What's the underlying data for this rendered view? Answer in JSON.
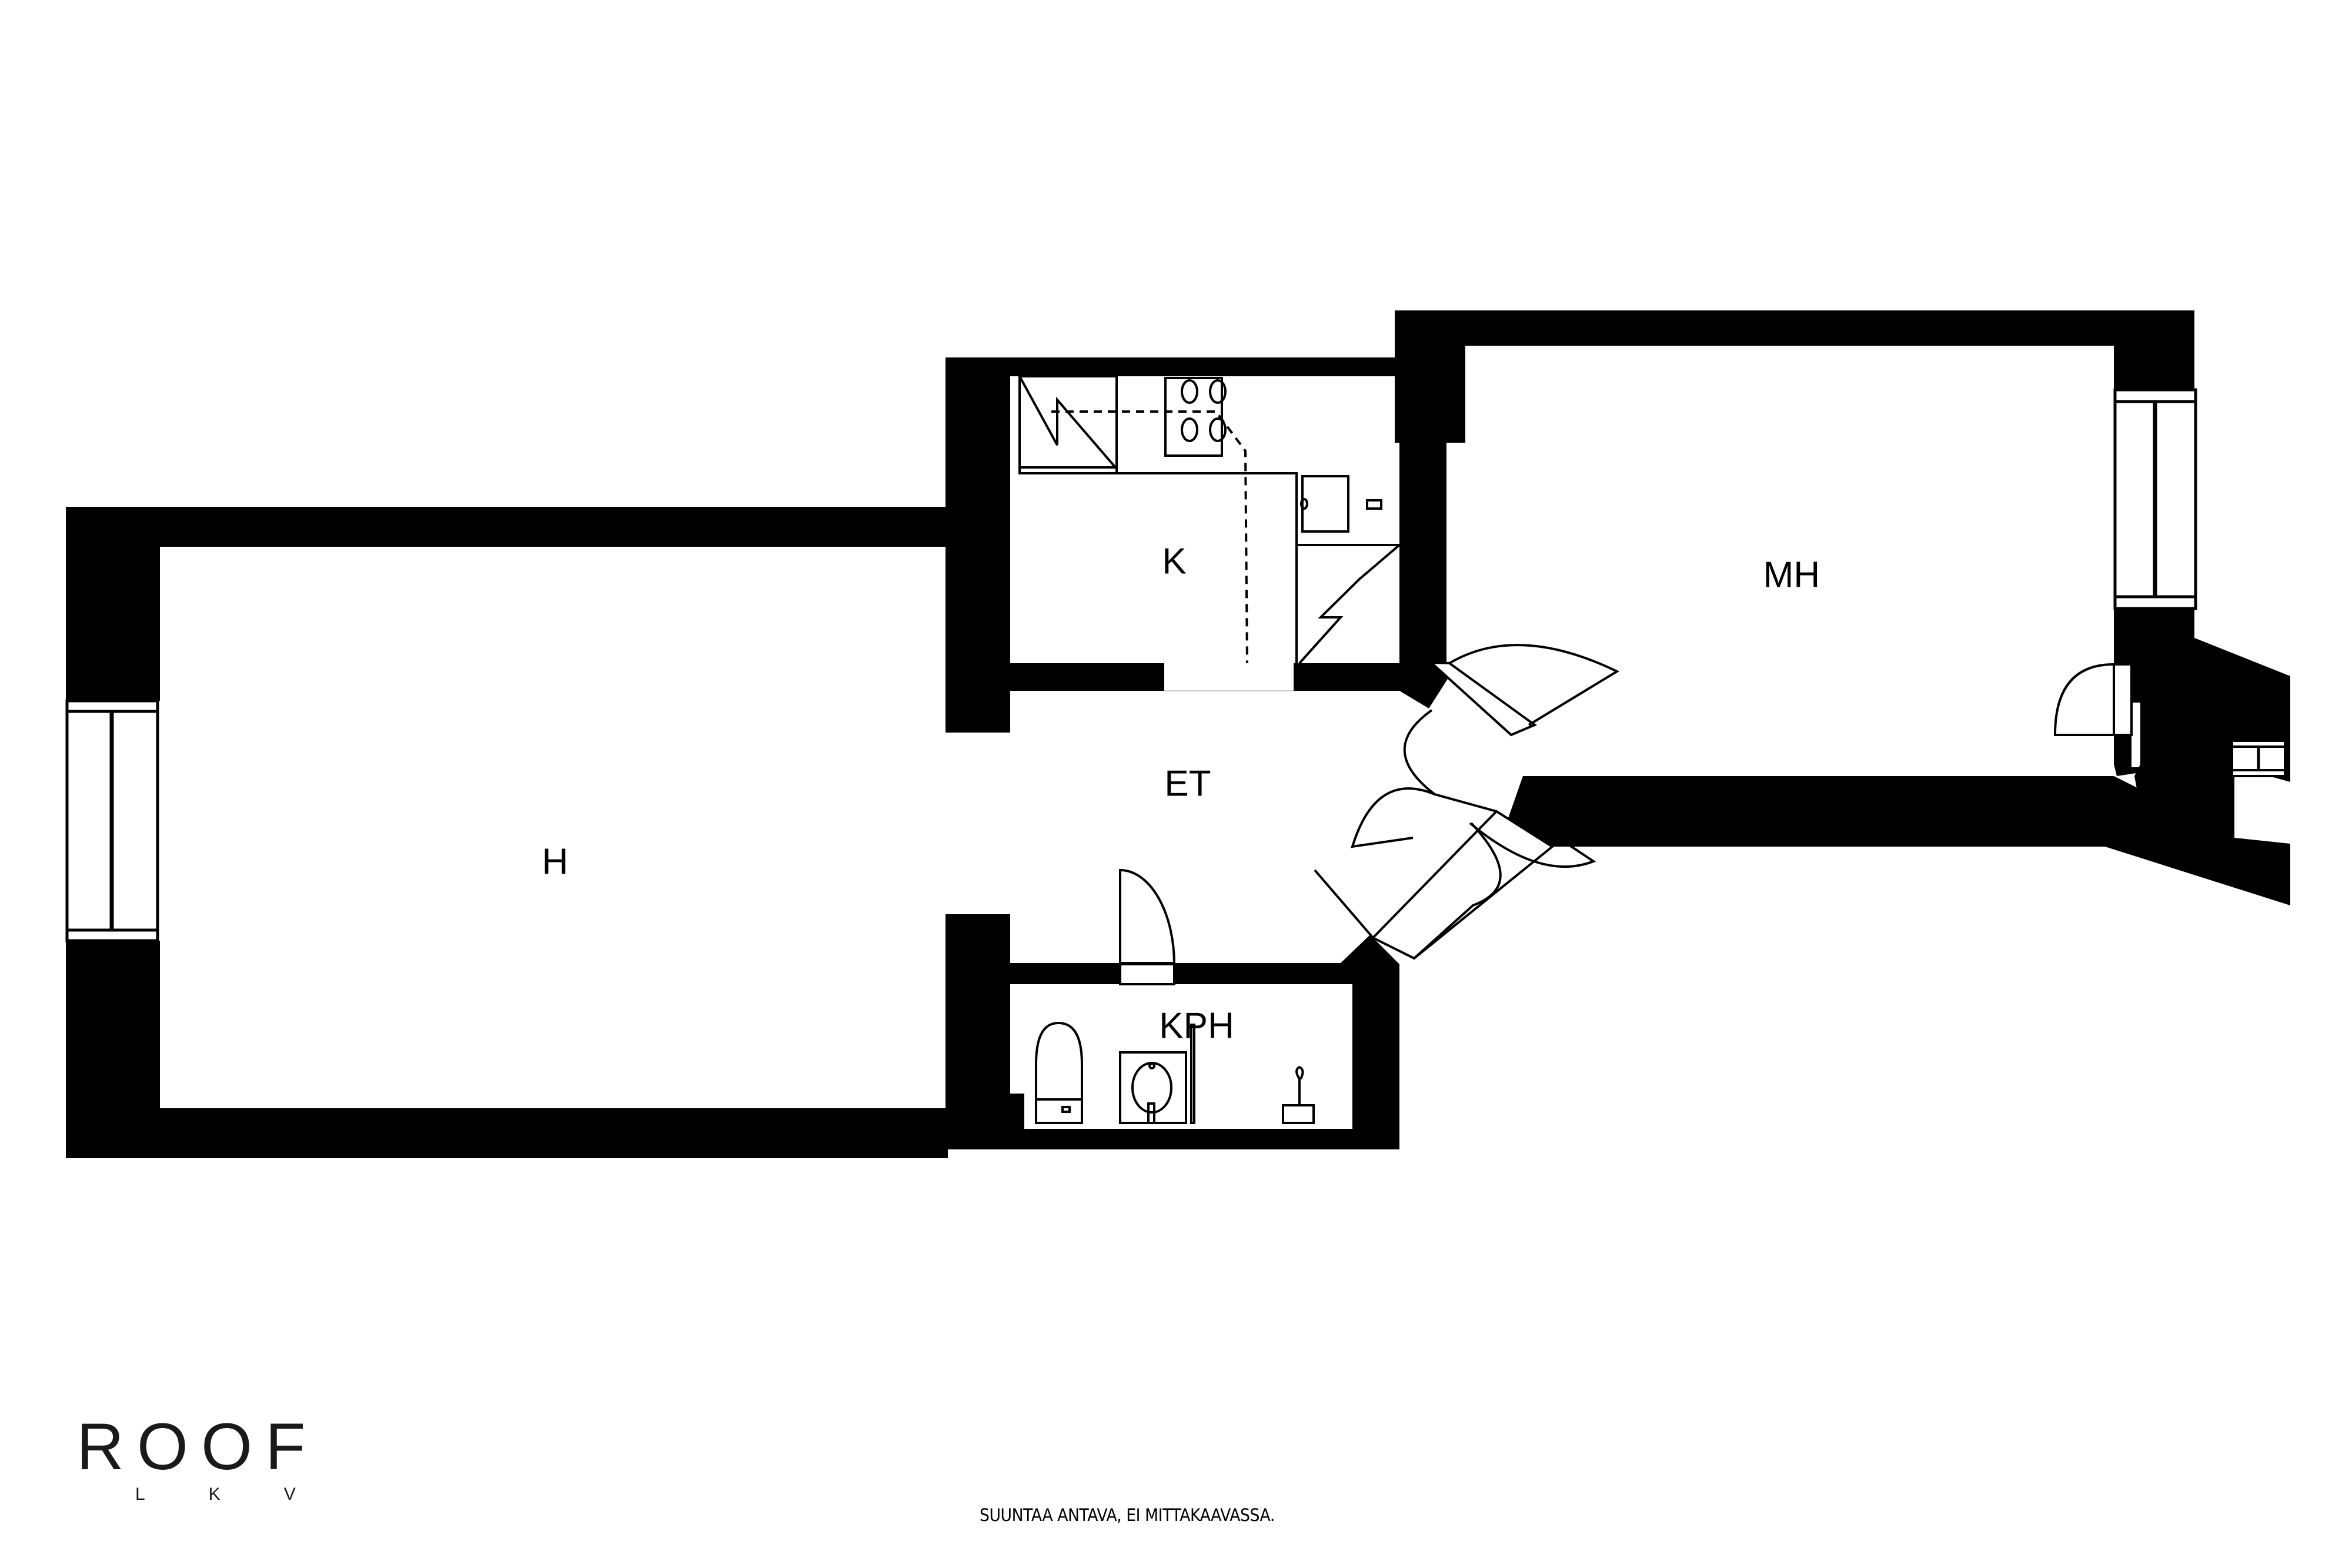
{
  "rooms": {
    "living_room": {
      "label": "H"
    },
    "kitchen": {
      "label": "K"
    },
    "hallway": {
      "label": "ET"
    },
    "bathroom": {
      "label": "KPH"
    },
    "bedroom": {
      "label": "MH"
    }
  },
  "logo": {
    "main": "ROOF",
    "sub": "LKV"
  },
  "footer": {
    "disclaimer": "SUUNTAA ANTAVA, EI MITTAKAAVASSA."
  },
  "colors": {
    "wall": "#000000",
    "background": "#ffffff",
    "logo": "#1a1a1a"
  }
}
